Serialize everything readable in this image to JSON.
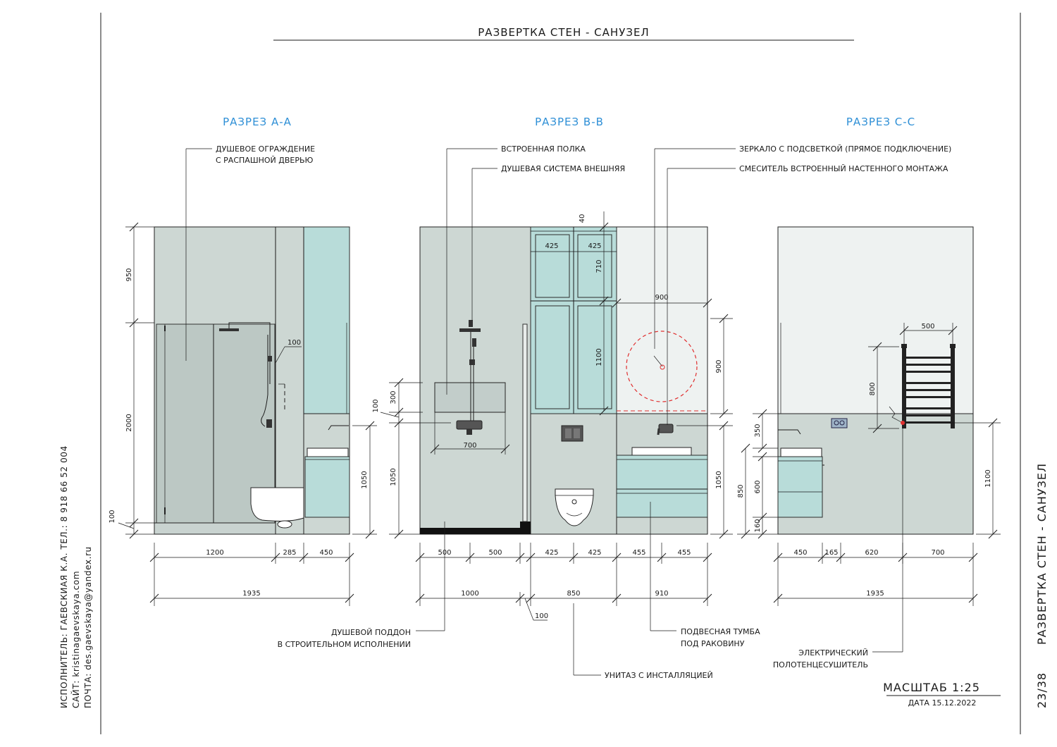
{
  "sheet": {
    "title": "РАЗВЕРТКА СТЕН - САНУЗЕЛ",
    "side_title": "РАЗВЕРТКА СТЕН - САНУЗЕЛ",
    "page": "23/38",
    "scale": "МАСШТАБ 1:25",
    "date": "ДАТА 15.12.2022"
  },
  "author": {
    "line1": "ИСПОЛНИТЕЛЬ: ГАЕВСКИАЯ К.А.  ТЕЛ.: 8 918 66 52 004",
    "line2": "САЙТ: kristinagaevskaya.com",
    "line3": "ПОЧТА: des.gaevskaya@yandex.ru"
  },
  "colors": {
    "section_title": "#2e8fd6",
    "wall_tile": "#cdd7d3",
    "cabinet": "#b8dcd9",
    "upper_wall": "#eef2f1",
    "hidden_line": "#e03030"
  },
  "sections": {
    "a": {
      "title": "РАЗРЕЗ А-А",
      "callouts": [
        "ДУШЕВОЕ ОГРАЖДЕНИЕ",
        "С РАСПАШНОЙ ДВЕРЬЮ"
      ],
      "dims": {
        "v950": "950",
        "v2000": "2000",
        "v100": "100",
        "v100b": "100",
        "v1050": "1050",
        "h1200": "1200",
        "h285": "285",
        "h450": "450",
        "h1935": "1935"
      }
    },
    "b": {
      "title": "РАЗРЕЗ В-В",
      "callouts": {
        "shelf": "ВСТРОЕННАЯ ПОЛКА",
        "shower": "ДУШЕВАЯ СИСТЕМА ВНЕШНЯЯ",
        "mirror": "ЗЕРКАЛО С ПОДСВЕТКОЙ (ПРЯМОЕ ПОДКЛЮЧЕНИЕ)",
        "mixer": "СМЕСИТЕЛЬ ВСТРОЕННЫЙ НАСТЕННОГО МОНТАЖА",
        "tray1": "ДУШЕВОЙ ПОДДОН",
        "tray2": "В СТРОИТЕЛЬНОМ ИСПОЛНЕНИИ",
        "vanity1": "ПОДВЕСНАЯ ТУМБА",
        "vanity2": "ПОД РАКОВИНУ",
        "wc": "УНИТАЗ С ИНСТАЛЛЯЦИЕЙ"
      },
      "dims": {
        "v300": "300",
        "v100": "100",
        "v1050": "1050",
        "v1050r": "1050",
        "v900": "900",
        "v40": "40",
        "v710": "710",
        "v1100": "1100",
        "c425a": "425",
        "c425b": "425",
        "h700": "700",
        "h900": "900",
        "h500a": "500",
        "h500b": "500",
        "h425a": "425",
        "h425b": "425",
        "h455a": "455",
        "h455b": "455",
        "h1000": "1000",
        "h850": "850",
        "h910": "910",
        "h100": "100"
      }
    },
    "c": {
      "title": "РАЗРЕЗ С-С",
      "callouts": [
        "ЭЛЕКТРИЧЕСКИЙ",
        "ПОЛОТЕНЦЕСУШИТЕЛЬ"
      ],
      "dims": {
        "h500": "500",
        "v800": "800",
        "v350": "350",
        "v850": "850",
        "v600": "600",
        "v160": "160",
        "v1100": "1100",
        "h450": "450",
        "h165": "165",
        "h620": "620",
        "h700": "700",
        "h1935": "1935"
      }
    }
  }
}
